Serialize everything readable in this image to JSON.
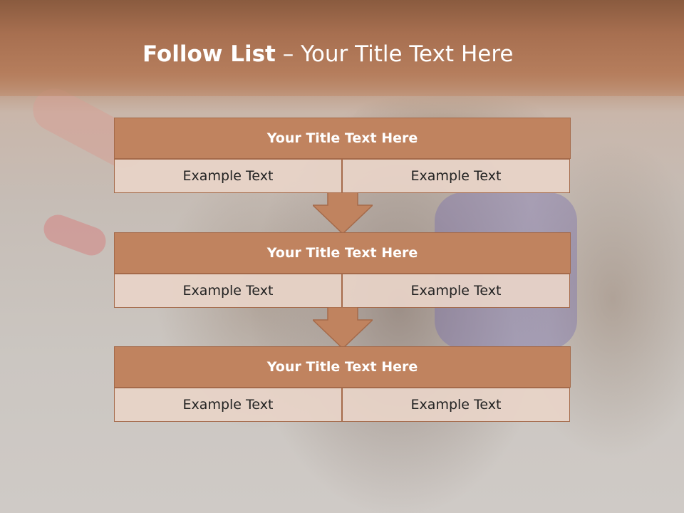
{
  "slide": {
    "title_bold": "Follow List",
    "title_rest": " – Your Title Text Here"
  },
  "blocks": [
    {
      "title": "Your Title Text Here",
      "left": "Example Text",
      "right": "Example Text"
    },
    {
      "title": "Your Title Text Here",
      "left": "Example Text",
      "right": "Example Text"
    },
    {
      "title": "Your Title Text Here",
      "left": "Example Text",
      "right": "Example Text"
    }
  ],
  "colors": {
    "header": "#a76f50",
    "block_title": "#c0835f",
    "block_cell": "#e8d4c8",
    "arrow": "#c0835f"
  },
  "icons": [
    "down-arrow-icon",
    "down-arrow-icon"
  ]
}
